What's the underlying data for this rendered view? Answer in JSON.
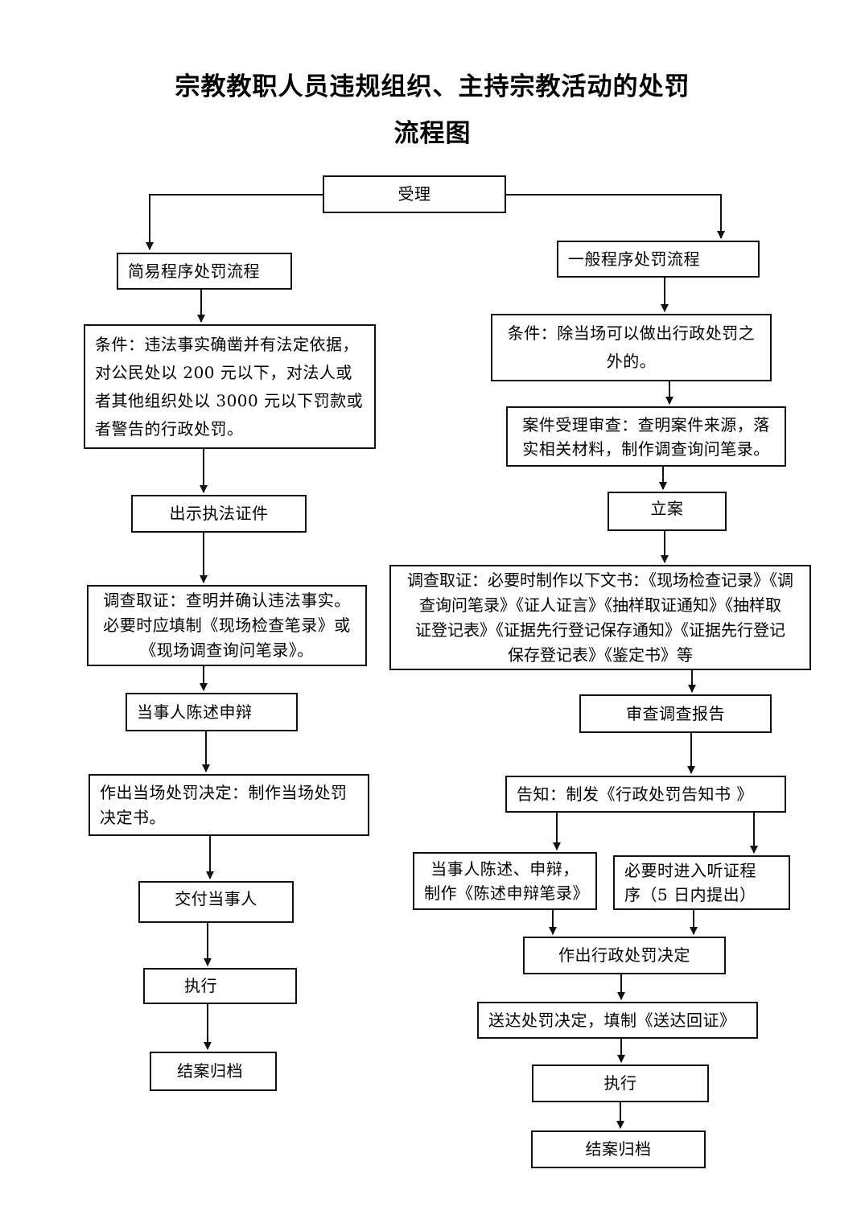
{
  "title": {
    "line1": "宗教教职人员违规组织、主持宗教活动的处罚",
    "line2": "流程图"
  },
  "start": {
    "label": "受理"
  },
  "simple": {
    "header": "简易程序处罚流程",
    "condition": [
      "条件：违法事实确凿并有法定依据，",
      "对公民处以 200 元以下，对法人或",
      "者其他组织处以 3000 元以下罚款或",
      "者警告的行政处罚。"
    ],
    "show_id": "出示执法证件",
    "investigate": [
      "调查取证：查明并确认违法事实。",
      "必要时应填制《现场检查笔录》或",
      "《现场调查询问笔录》。"
    ],
    "statement": "当事人陈述申辩",
    "decision": [
      "作出当场处罚决定：制作当场处罚",
      "决定书。"
    ],
    "deliver": "交付当事人",
    "execute": "执行",
    "close": "结案归档"
  },
  "general": {
    "header": "一般程序处罚流程",
    "condition": [
      "条件：除当场可以做出行政处罚之",
      "外的。"
    ],
    "review": [
      "案件受理审查：查明案件来源，落",
      "实相关材料，制作调查询问笔录。"
    ],
    "file_case": "立案",
    "investigate": [
      "调查取证：必要时制作以下文书：《现场检查记录》《调",
      "查询问笔录》《证人证言》《抽样取证通知》《抽样取",
      "证登记表》《证据先行登记保存通知》《证据先行登记",
      "保存登记表》《鉴定书》等"
    ],
    "report": "审查调查报告",
    "notify": "告知：制发《行政处罚告知书 》",
    "statement": [
      "当事人陈述、申辩，",
      "制作《陈述申辩笔录》"
    ],
    "hearing": [
      "必要时进入听证程",
      "序（5 日内提出）"
    ],
    "decision": "作出行政处罚决定",
    "serve": "送达处罚决定，填制《送达回证》",
    "execute": "执行",
    "close": "结案归档"
  },
  "colors": {
    "line": "#111111",
    "background": "#ffffff"
  }
}
